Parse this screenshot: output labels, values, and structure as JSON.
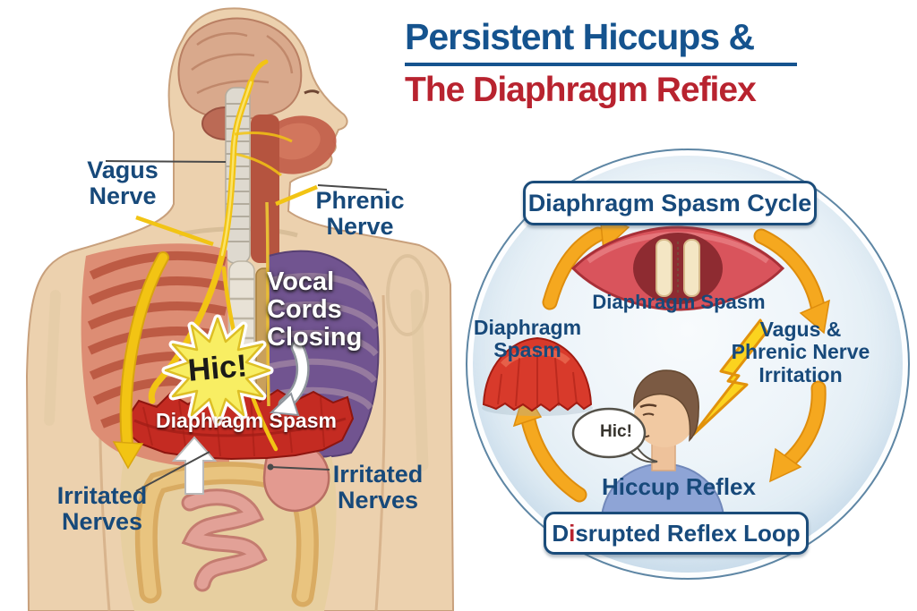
{
  "header": {
    "title": "Persistent Hiccups &",
    "subtitle": "The Diaphragm Refiex"
  },
  "anatomy": {
    "vagus_label": "Vagus\nNerve",
    "phrenic_label": "Phrenic\nNerve",
    "vocal_cords_label": "Vocal\nCords\nClosing",
    "hic_burst": "Hic!",
    "diaphragm_band_label": "Diaphragm Spasm",
    "irritated_left_label": "Irritated\nNerves",
    "irritated_right_label": "Irritated\nNerves"
  },
  "cycle": {
    "title": "Diaphragm Spasm Cycle",
    "top_step": "Diaphragm Spasm",
    "right_step": "Vagus &\nPhrenic Nerve\nIrritation",
    "bottom_step": "Hiccup Reflex",
    "left_step": "Diaphragm\nSpasm",
    "speech_bubble": "Hic!",
    "footer": {
      "pre": "D",
      "accent": "i",
      "post": "srupted Reflex Loop"
    }
  },
  "colors": {
    "title_blue": "#15538e",
    "title_red": "#b8232f",
    "label_navy": "#17497a",
    "arrow_orange": "#f5a81f",
    "nerve_yellow": "#f2c414",
    "diaphragm_red": "#c42b22",
    "circle_border": "#5e86a4"
  }
}
